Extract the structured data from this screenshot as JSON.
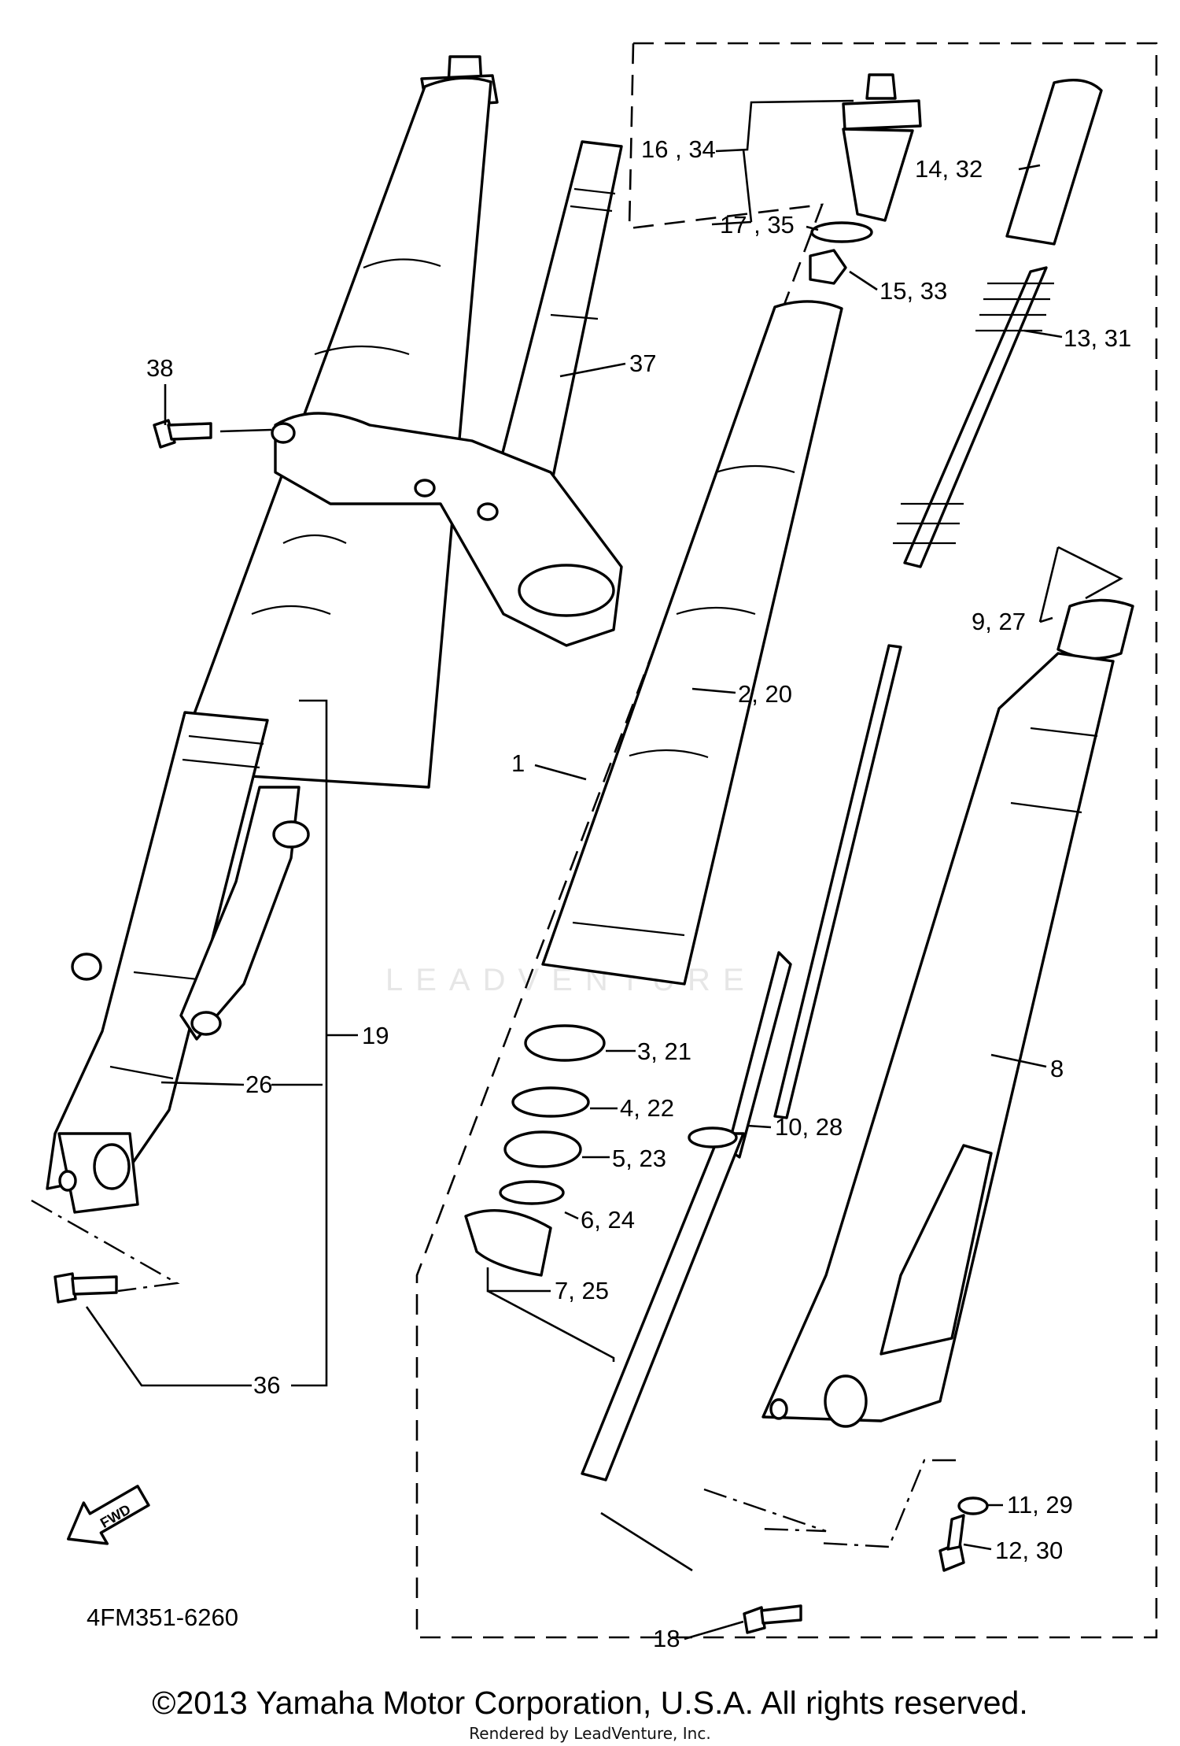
{
  "diagram_code": "4FM351-6260",
  "fwd_label": "FWD",
  "watermark": "LEADVENTURE",
  "callouts": {
    "c1": "1",
    "c2": "2, 20",
    "c3": "3, 21",
    "c4": "4, 22",
    "c5": "5, 23",
    "c6": "6, 24",
    "c7": "7, 25",
    "c8": "8",
    "c9": "9, 27",
    "c10": "10, 28",
    "c11": "11, 29",
    "c12": "12, 30",
    "c13": "13, 31",
    "c14": "14, 32",
    "c15": "15, 33",
    "c16": "16 , 34",
    "c17": "17 , 35",
    "c18": "18",
    "c19": "19",
    "c26": "26",
    "c36": "36",
    "c37": "37",
    "c38": "38"
  },
  "copyright": "©2013 Yamaha Motor Corporation, U.S.A. All rights reserved.",
  "rendered_by": "Rendered by LeadVenture, Inc."
}
